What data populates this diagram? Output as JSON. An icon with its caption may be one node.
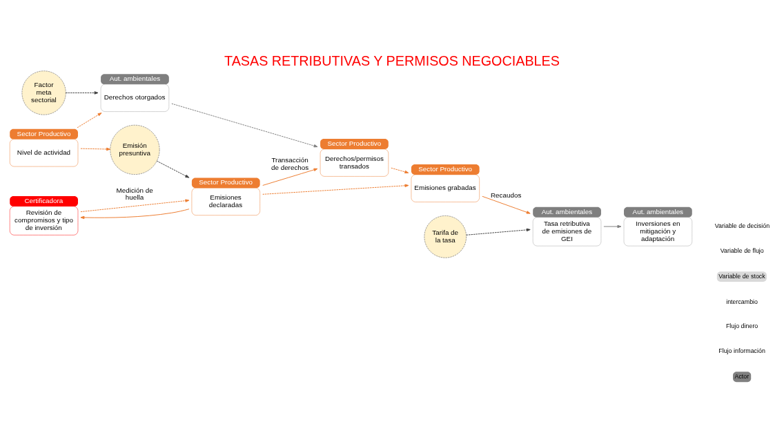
{
  "diagram": {
    "title": "TASAS RETRIBUTIVAS Y PERMISOS NEGOCIABLES",
    "nodes": [
      {
        "text": [
          "Factor meta sectorial"
        ]
      },
      {
        "text": [
          "Aut. ambientales",
          "Derechos otorgados"
        ]
      },
      {
        "text": [
          "Sector Productivo",
          "Nivel de actividad"
        ]
      },
      {
        "text": [
          "Emisión presuntiva"
        ]
      },
      {
        "text": [
          "Sector Productivo",
          "Emisiones declaradas"
        ]
      },
      {
        "text": [
          "Certificadora",
          "Revisión de compromisos y tipo de inversión"
        ]
      },
      {
        "text": [
          "Sector Productivo",
          "Derechos/permisos transados"
        ]
      },
      {
        "text": [
          "Sector Productivo",
          "Emisiones grabadas"
        ]
      },
      {
        "text": [
          "Tarifa de la tasa"
        ]
      },
      {
        "text": [
          "Aut. ambientales",
          "Tasa retributiva de emisiones de GEI"
        ]
      },
      {
        "text": [
          "Aut. ambientales",
          "Inversiones en mitigación y adaptación"
        ]
      }
    ],
    "edges": [
      {
        "from": 0,
        "to": 1,
        "arrow": "to",
        "style": "dashed",
        "color": "#404040"
      },
      {
        "from": 2,
        "to": 1,
        "arrow": "to",
        "style": "dashed"
      },
      {
        "from": 2,
        "to": 3,
        "arrow": "to",
        "style": "dashed"
      },
      {
        "from": 3,
        "to": 4,
        "arrow": "to",
        "style": "dashed",
        "color": "#404040"
      },
      {
        "from": 5,
        "to": 4,
        "arrow": "to",
        "style": "dashed",
        "label": "Medición de huella"
      },
      {
        "from": 4,
        "to": 5,
        "arrow": "to"
      },
      {
        "from": 1,
        "to": 6,
        "arrow": "to",
        "style": "dashed",
        "color": "#808080"
      },
      {
        "from": 4,
        "to": 6,
        "arrow": "to",
        "label": "Transacción de derechos"
      },
      {
        "from": 4,
        "to": 7,
        "arrow": "to",
        "style": "dashed"
      },
      {
        "from": 6,
        "to": 7,
        "arrow": "to",
        "style": "dashed"
      },
      {
        "from": 7,
        "to": 9,
        "arrow": "to",
        "label": "Recaudos"
      },
      {
        "from": 8,
        "to": 9,
        "arrow": "to",
        "style": "dashed",
        "color": "#404040"
      },
      {
        "from": 9,
        "to": 10,
        "arrow": "to",
        "color": "#808080"
      }
    ],
    "legend": [
      {
        "text": "Variable de decisión"
      },
      {
        "text": "Variable de flujo"
      },
      {
        "text": "Variable de stock",
        "color": "#d9d9d9"
      },
      {
        "text": "intercambio"
      },
      {
        "text": "Flujo dinero"
      },
      {
        "text": "Flujo información"
      },
      {
        "text": "Actor",
        "color": "#808080"
      }
    ]
  }
}
